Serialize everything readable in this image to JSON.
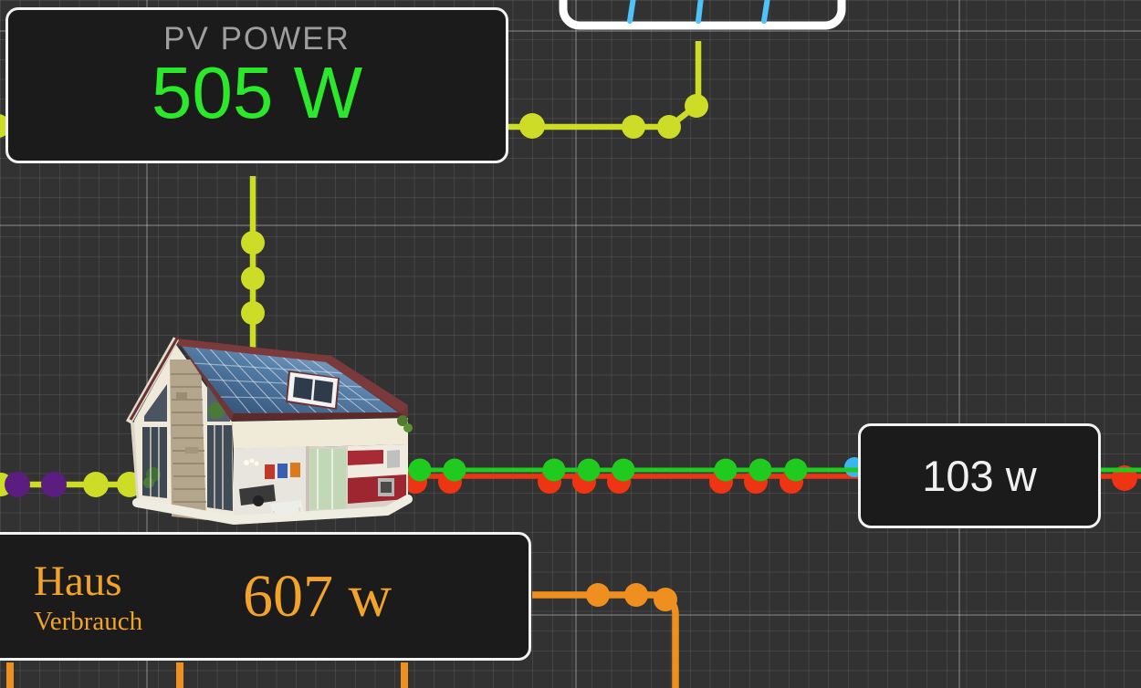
{
  "pv_panel": {
    "title": "PV POWER",
    "value": "505 W"
  },
  "meter_label": {
    "value": "103 w"
  },
  "house_panel": {
    "title": "Haus",
    "subtitle": "Verbrauch",
    "value": "607 w"
  },
  "icons": {
    "solar_panel": "solar-panel-icon",
    "house": "house-icon"
  },
  "colors": {
    "lime": "#cddc27",
    "purple": "#5c1d80",
    "green": "#1ecb1e",
    "red": "#ee3412",
    "orange": "#ee8f20",
    "cyan": "#38b8ef",
    "pv_value": "#2be82b",
    "title_gray": "#9e9e9e",
    "haus_orange": "#f2a32a",
    "label_white": "#f0f0f0",
    "panel_bg": "#1b1b1b",
    "panel_border": "#f2f2f2"
  }
}
